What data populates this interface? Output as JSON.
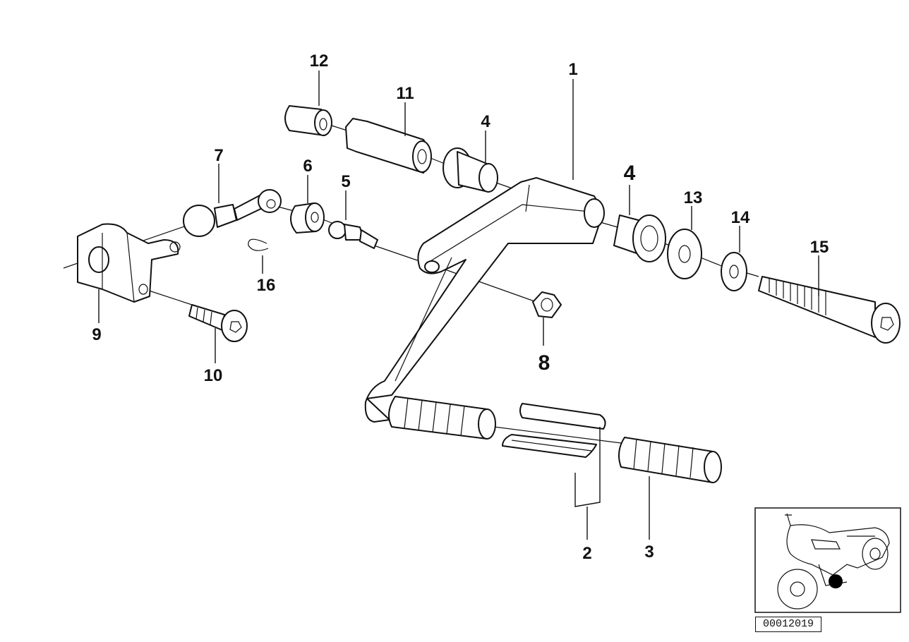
{
  "diagram": {
    "reference_number": "00012019",
    "callouts": [
      {
        "id": "1",
        "label": "1"
      },
      {
        "id": "2",
        "label": "2"
      },
      {
        "id": "3",
        "label": "3"
      },
      {
        "id": "4a",
        "label": "4"
      },
      {
        "id": "4b",
        "label": "4"
      },
      {
        "id": "5",
        "label": "5"
      },
      {
        "id": "6",
        "label": "6"
      },
      {
        "id": "7",
        "label": "7"
      },
      {
        "id": "8",
        "label": "8"
      },
      {
        "id": "9",
        "label": "9"
      },
      {
        "id": "10",
        "label": "10"
      },
      {
        "id": "11",
        "label": "11"
      },
      {
        "id": "12",
        "label": "12"
      },
      {
        "id": "13",
        "label": "13"
      },
      {
        "id": "14",
        "label": "14"
      },
      {
        "id": "15",
        "label": "15"
      },
      {
        "id": "16",
        "label": "16"
      }
    ],
    "inset_marker_color": "#000000",
    "line_color": "#111111"
  }
}
